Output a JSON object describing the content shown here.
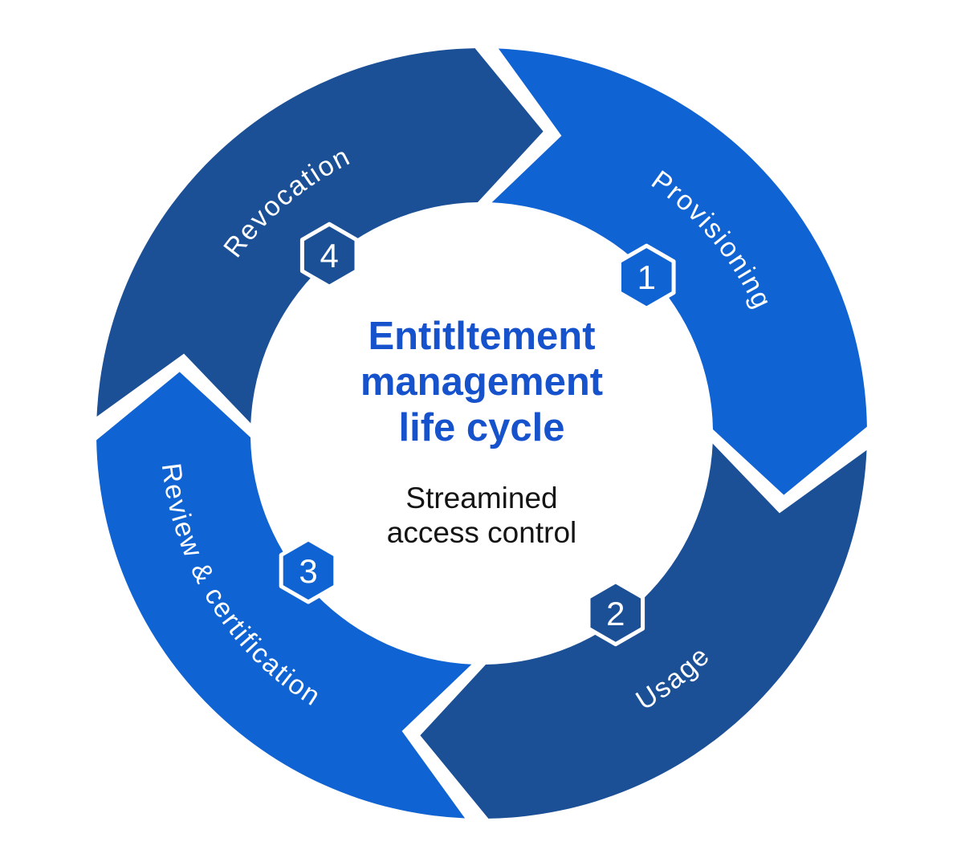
{
  "diagram": {
    "center": {
      "title_lines": [
        "Entitltement",
        "management",
        "life cycle"
      ],
      "subtitle_lines": [
        "Streamined",
        "access control"
      ]
    },
    "direction": "clockwise",
    "steps": [
      {
        "number": "1",
        "label": "Provisioning",
        "tone": "light"
      },
      {
        "number": "2",
        "label": "Usage",
        "tone": "dark"
      },
      {
        "number": "3",
        "label": "Review & certification",
        "tone": "light"
      },
      {
        "number": "4",
        "label": "Revocation",
        "tone": "dark"
      }
    ],
    "colors": {
      "light_blue": "#1063d3",
      "dark_blue": "#1b4f96",
      "title_blue": "#1652cc",
      "subtitle_black": "#141414",
      "label_white": "#ffffff",
      "background": "#ffffff"
    }
  }
}
